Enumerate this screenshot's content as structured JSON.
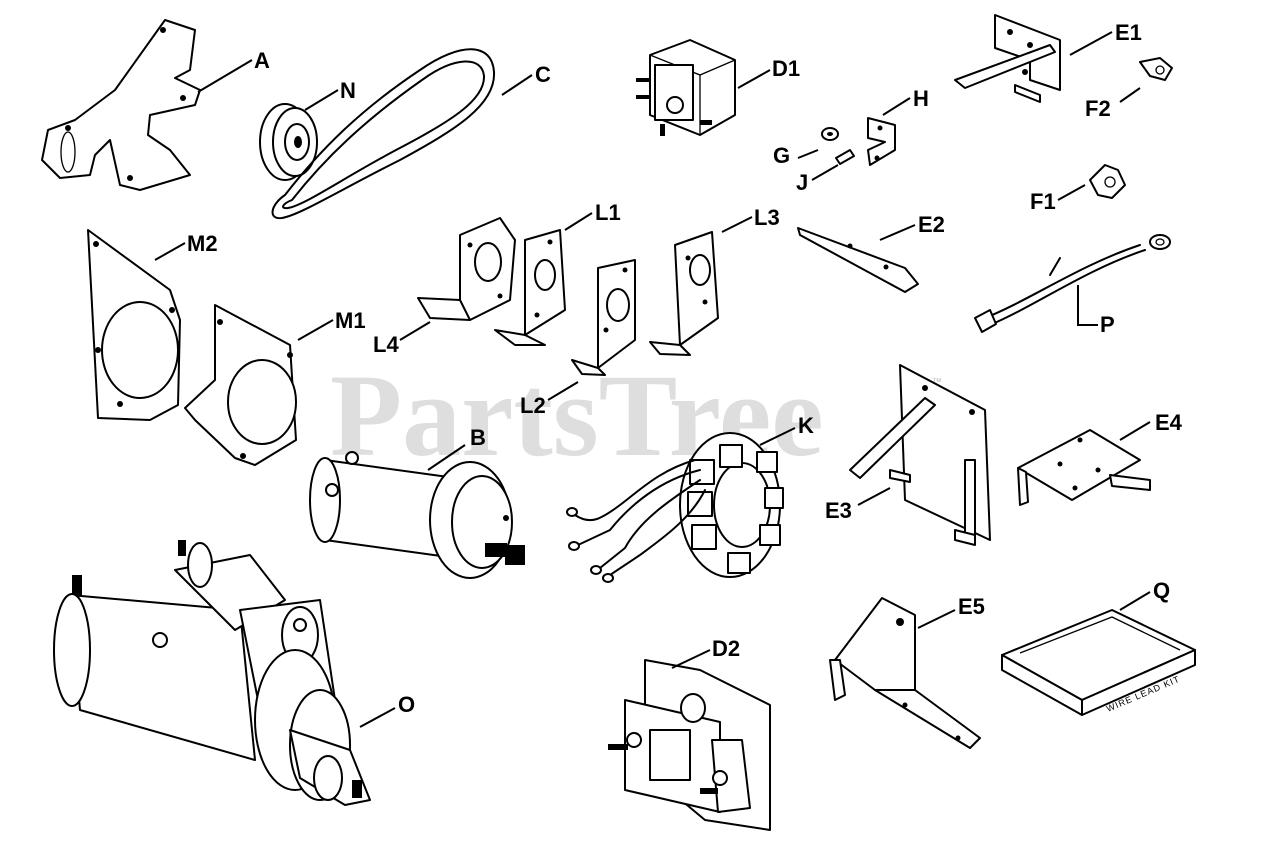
{
  "watermark": {
    "text": "PartsTree",
    "trademark": "™"
  },
  "kit_box_text": "WIRE LEAD KIT",
  "labels": {
    "A": "A",
    "N": "N",
    "C": "C",
    "D1": "D1",
    "E1": "E1",
    "F2": "F2",
    "H": "H",
    "G": "G",
    "J": "J",
    "F1": "F1",
    "M2": "M2",
    "L1": "L1",
    "L3": "L3",
    "E2": "E2",
    "M1": "M1",
    "L4": "L4",
    "P": "P",
    "L2": "L2",
    "B": "B",
    "K": "K",
    "E4": "E4",
    "E3": "E3",
    "E5": "E5",
    "Q": "Q",
    "O": "O",
    "D2": "D2"
  }
}
